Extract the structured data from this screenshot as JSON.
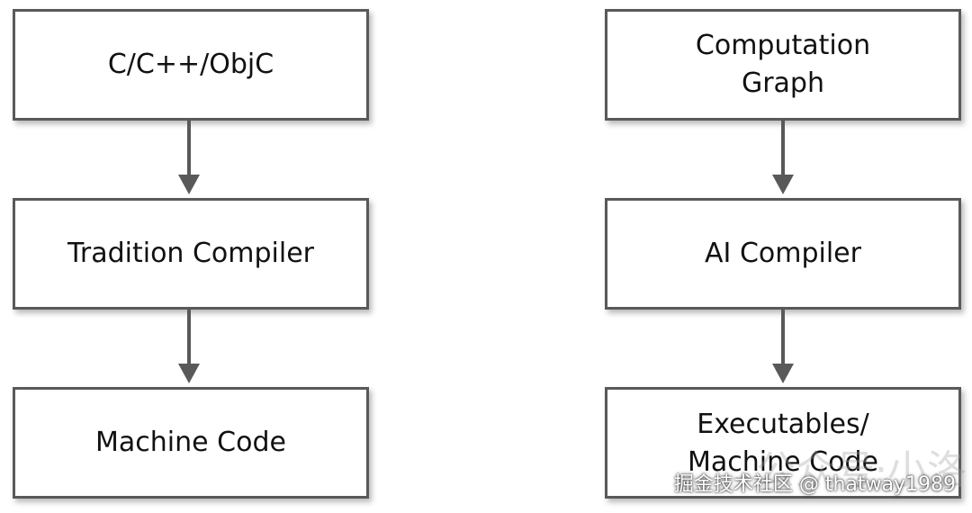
{
  "left_column": {
    "source_label": "C/C++/ObjC",
    "compiler_label": "Tradition Compiler",
    "output_label": "Machine Code"
  },
  "right_column": {
    "source_label": "Computation\nGraph",
    "compiler_label": "AI Compiler",
    "output_label": "Executables/\nMachine Code"
  },
  "watermark": {
    "text": "掘金技术社区 @ thatway1989",
    "ghost_text": "公众号·小洛"
  },
  "colors": {
    "border": "#595959",
    "arrow": "#595959",
    "text": "#111111",
    "background": "#ffffff"
  },
  "icons": {
    "arrow": "arrow-down-icon"
  }
}
